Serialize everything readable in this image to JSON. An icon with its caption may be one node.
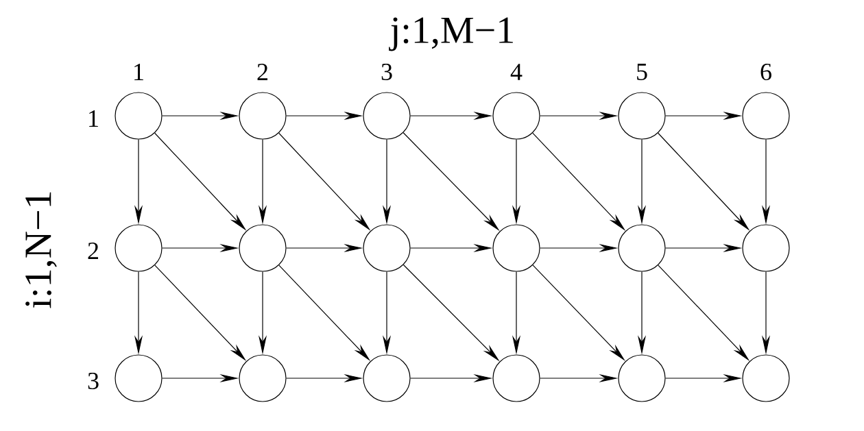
{
  "diagram": {
    "nodes": [
      {
        "text": [],
        "shape": "circle"
      },
      {
        "text": [],
        "shape": "circle"
      },
      {
        "text": [],
        "shape": "circle"
      },
      {
        "text": [],
        "shape": "circle"
      },
      {
        "text": [],
        "shape": "circle"
      },
      {
        "text": [],
        "shape": "circle"
      },
      {
        "text": [],
        "shape": "circle"
      },
      {
        "text": [],
        "shape": "circle"
      },
      {
        "text": [],
        "shape": "circle"
      },
      {
        "text": [],
        "shape": "circle"
      },
      {
        "text": [],
        "shape": "circle"
      },
      {
        "text": [],
        "shape": "circle"
      },
      {
        "text": [],
        "shape": "circle"
      },
      {
        "text": [],
        "shape": "circle"
      },
      {
        "text": [],
        "shape": "circle"
      },
      {
        "text": [],
        "shape": "circle"
      },
      {
        "text": [],
        "shape": "circle"
      },
      {
        "text": [],
        "shape": "circle"
      }
    ],
    "edges": [
      {
        "from": 0,
        "to": 1,
        "arrow": "to"
      },
      {
        "from": 1,
        "to": 2,
        "arrow": "to"
      },
      {
        "from": 2,
        "to": 3,
        "arrow": "to"
      },
      {
        "from": 3,
        "to": 4,
        "arrow": "to"
      },
      {
        "from": 4,
        "to": 5,
        "arrow": "to"
      },
      {
        "from": 0,
        "to": 6,
        "arrow": "to"
      },
      {
        "from": 0,
        "to": 7,
        "arrow": "to"
      },
      {
        "from": 1,
        "to": 7,
        "arrow": "to"
      },
      {
        "from": 1,
        "to": 8,
        "arrow": "to"
      },
      {
        "from": 2,
        "to": 8,
        "arrow": "to"
      },
      {
        "from": 2,
        "to": 9,
        "arrow": "to"
      },
      {
        "from": 3,
        "to": 9,
        "arrow": "to"
      },
      {
        "from": 3,
        "to": 10,
        "arrow": "to"
      },
      {
        "from": 4,
        "to": 10,
        "arrow": "to"
      },
      {
        "from": 4,
        "to": 11,
        "arrow": "to"
      },
      {
        "from": 5,
        "to": 11,
        "arrow": "to"
      },
      {
        "from": 6,
        "to": 7,
        "arrow": "to"
      },
      {
        "from": 7,
        "to": 8,
        "arrow": "to"
      },
      {
        "from": 8,
        "to": 9,
        "arrow": "to"
      },
      {
        "from": 9,
        "to": 10,
        "arrow": "to"
      },
      {
        "from": 10,
        "to": 11,
        "arrow": "to"
      },
      {
        "from": 6,
        "to": 12,
        "arrow": "to"
      },
      {
        "from": 6,
        "to": 13,
        "arrow": "to"
      },
      {
        "from": 7,
        "to": 13,
        "arrow": "to"
      },
      {
        "from": 7,
        "to": 14,
        "arrow": "to"
      },
      {
        "from": 8,
        "to": 14,
        "arrow": "to"
      },
      {
        "from": 8,
        "to": 15,
        "arrow": "to"
      },
      {
        "from": 9,
        "to": 15,
        "arrow": "to"
      },
      {
        "from": 9,
        "to": 16,
        "arrow": "to"
      },
      {
        "from": 10,
        "to": 16,
        "arrow": "to"
      },
      {
        "from": 10,
        "to": 17,
        "arrow": "to"
      },
      {
        "from": 11,
        "to": 17,
        "arrow": "to"
      },
      {
        "from": 12,
        "to": 13,
        "arrow": "to"
      },
      {
        "from": 13,
        "to": 14,
        "arrow": "to"
      },
      {
        "from": 14,
        "to": 15,
        "arrow": "to"
      },
      {
        "from": 15,
        "to": 16,
        "arrow": "to"
      },
      {
        "from": 16,
        "to": 17,
        "arrow": "to"
      }
    ],
    "labels": [
      "j:1,M−1",
      "1",
      "2",
      "3",
      "4",
      "5",
      "6",
      "1",
      "2",
      "3",
      "i:1,N−1"
    ]
  }
}
